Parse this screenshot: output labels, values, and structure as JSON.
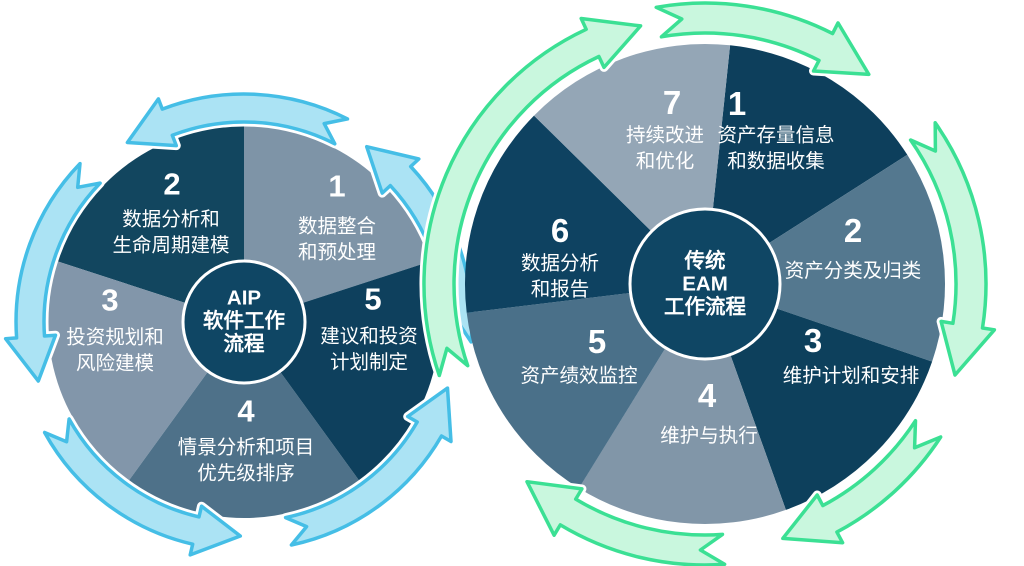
{
  "palette": {
    "background": "#FFFFFF",
    "label_color": "#FFFFFF",
    "center_fill": "#0F4664",
    "center_ring": "#FFFFFF",
    "left_arrow_fill": "#ABE3F4",
    "left_arrow_stroke": "#45BEE6",
    "right_arrow_fill": "#C9F7DE",
    "right_arrow_stroke": "#3BE094"
  },
  "left_wheel": {
    "name": "AIP 软件工作流程",
    "center_label": "AIP\n软件工作\n流程",
    "direction": "counterclockwise",
    "segments": [
      {
        "number": "1",
        "label": "数据整合\n和预处理",
        "color": "#7E94A7"
      },
      {
        "number": "2",
        "label": "数据分析和\n生命周期建模",
        "color": "#12465F"
      },
      {
        "number": "3",
        "label": "投资规划和\n风险建模",
        "color": "#8296AA"
      },
      {
        "number": "4",
        "label": "情景分析和项目\n优先级排序",
        "color": "#4E7189"
      },
      {
        "number": "5",
        "label": "建议和投资\n计划制定",
        "color": "#0E405D"
      }
    ]
  },
  "right_wheel": {
    "name": "传统 EAM 工作流程",
    "center_label": "传统\nEAM\n工作流程",
    "direction": "clockwise",
    "segments": [
      {
        "number": "1",
        "label": "资产存量信息\n和数据收集",
        "color": "#0D3F5C"
      },
      {
        "number": "2",
        "label": "资产分类及归类",
        "color": "#54788F"
      },
      {
        "number": "3",
        "label": "维护计划和安排",
        "color": "#0D405C"
      },
      {
        "number": "4",
        "label": "维护与执行",
        "color": "#8196A8"
      },
      {
        "number": "5",
        "label": "资产绩效监控",
        "color": "#4A7089"
      },
      {
        "number": "6",
        "label": "数据分析\n和报告",
        "color": "#0E4261"
      },
      {
        "number": "7",
        "label": "持续改进\n和优化",
        "color": "#94A6B6"
      }
    ]
  }
}
